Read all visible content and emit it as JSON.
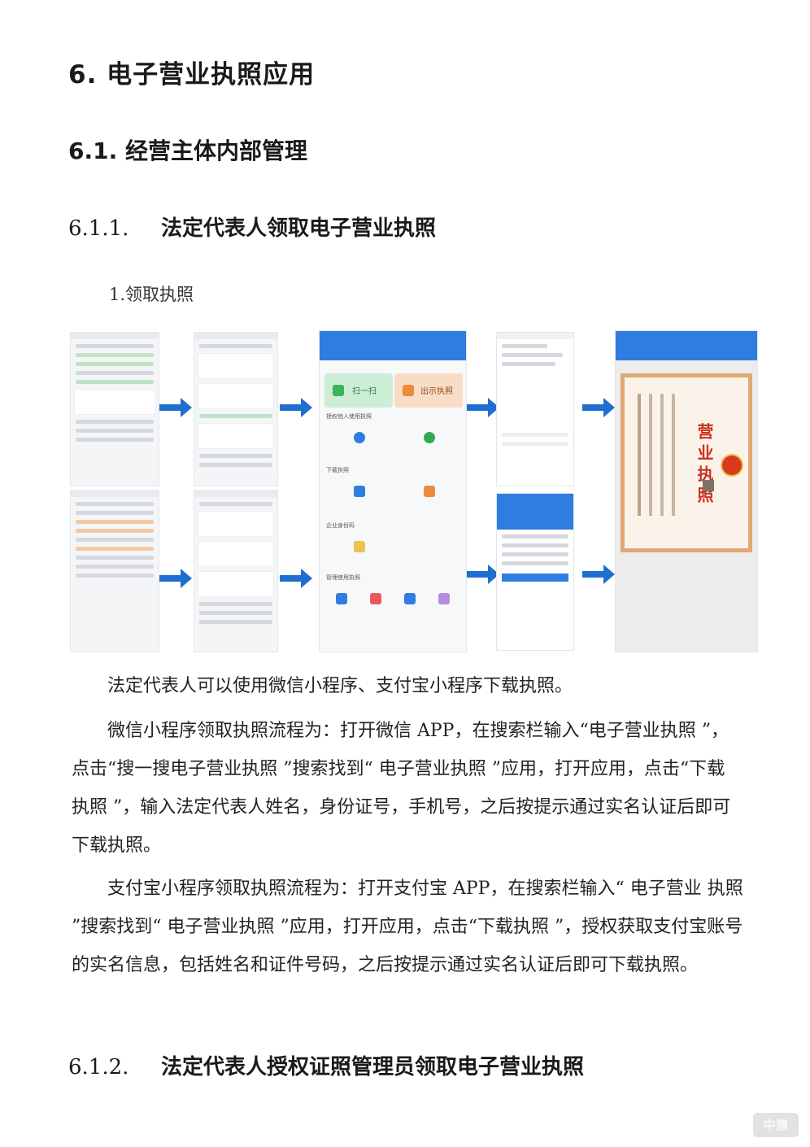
{
  "headings": {
    "h1": "6.  电子营业执照应用",
    "h2": "6.1.  经营主体内部管理",
    "h3a_num": "6.1.1.",
    "h3a_text": "法定代表人领取电子营业执照",
    "h3b_num": "6.1.2.",
    "h3b_text": "法定代表人授权证照管理员领取电子营业执照"
  },
  "step": "1.领取执照",
  "figure": {
    "tiles": [
      "扫一扫",
      "出示执照"
    ],
    "section_labels": [
      "授权他人使用执照",
      "下载执照",
      "企业身份码",
      "管理使用执照"
    ],
    "cert_title": "营业执照",
    "icon_names": [
      "scan-icon",
      "show-license-icon",
      "person-icon",
      "download-icon",
      "qr-icon",
      "gear-icon"
    ],
    "colors": {
      "primary_blue": "#2f7de1",
      "arrow_blue": "#1f6fd0",
      "cert_border": "#e0a874",
      "cert_red": "#c8321f"
    }
  },
  "paragraphs": {
    "p1": "法定代表人可以使用微信小程序、支付宝小程序下载执照。",
    "p2": "微信小程序领取执照流程为：打开微信 APP，在搜索栏输入“电子营业执照 ”，点击“搜一搜电子营业执照 ”搜索找到“ 电子营业执照 ”应用，打开应用，点击“下载执照 ”，输入法定代表人姓名，身份证号，手机号，之后按提示通过实名认证后即可下载执照。",
    "p3": "支付宝小程序领取执照流程为：打开支付宝 APP，在搜索栏输入“ 电子营业 执照 ”搜索找到“ 电子营业执照 ”应用，打开应用，点击“下载执照 ”，授权获取支付宝账号的实名信息，包括姓名和证件号码，之后按提示通过实名认证后即可下载执照。"
  },
  "watermark": "中旗"
}
